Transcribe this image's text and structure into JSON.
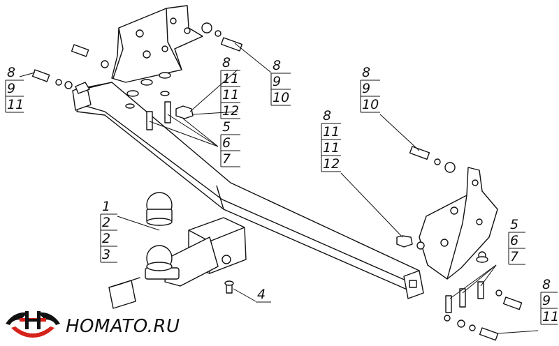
{
  "callouts": [
    {
      "id": "left-bolt-group",
      "labels": [
        "8",
        "9",
        "11"
      ]
    },
    {
      "id": "upper-mid-group",
      "labels": [
        "8",
        "11",
        "11",
        "12"
      ]
    },
    {
      "id": "upper-right-bolt-group",
      "labels": [
        "8",
        "9",
        "10"
      ]
    },
    {
      "id": "left-bracket-fasteners",
      "labels": [
        "5",
        "6",
        "7"
      ]
    },
    {
      "id": "right-upper-group",
      "labels": [
        "8",
        "9",
        "10"
      ]
    },
    {
      "id": "right-mid-group",
      "labels": [
        "8",
        "11",
        "11",
        "12"
      ]
    },
    {
      "id": "ball-group",
      "labels": [
        "1",
        "2",
        "2",
        "3"
      ]
    },
    {
      "id": "right-bracket-fasteners",
      "labels": [
        "5",
        "6",
        "7"
      ]
    },
    {
      "id": "socket-bolt",
      "labels": [
        "4"
      ]
    },
    {
      "id": "bottom-right-bolt-group",
      "labels": [
        "8",
        "9",
        "11"
      ]
    }
  ],
  "logo": {
    "text": "HOMATO.RU",
    "accent": "#d5231b",
    "ink": "#111111"
  }
}
